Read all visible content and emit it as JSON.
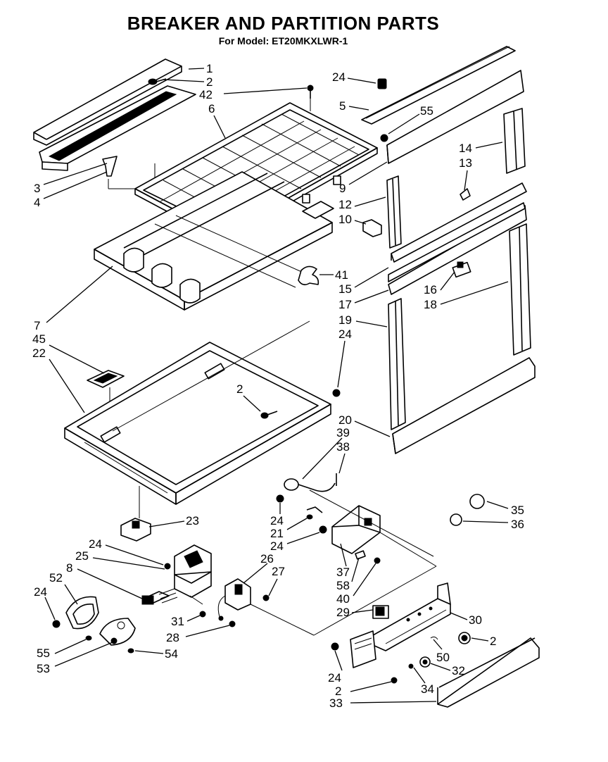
{
  "header": {
    "title": "BREAKER AND PARTITION PARTS",
    "subtitle": "For Model: ET20MKXLWR-1"
  },
  "callouts": [
    "1",
    "2",
    "42",
    "6",
    "3",
    "4",
    "24",
    "5",
    "55",
    "14",
    "13",
    "9",
    "12",
    "10",
    "41",
    "15",
    "16",
    "17",
    "18",
    "19",
    "7",
    "45",
    "22",
    "24",
    "2",
    "20",
    "39",
    "38",
    "23",
    "24",
    "21",
    "24",
    "35",
    "36",
    "24",
    "25",
    "26",
    "8",
    "27",
    "37",
    "58",
    "40",
    "52",
    "24",
    "29",
    "30",
    "31",
    "2",
    "28",
    "50",
    "55",
    "53",
    "54",
    "32",
    "24",
    "2",
    "34",
    "33"
  ]
}
